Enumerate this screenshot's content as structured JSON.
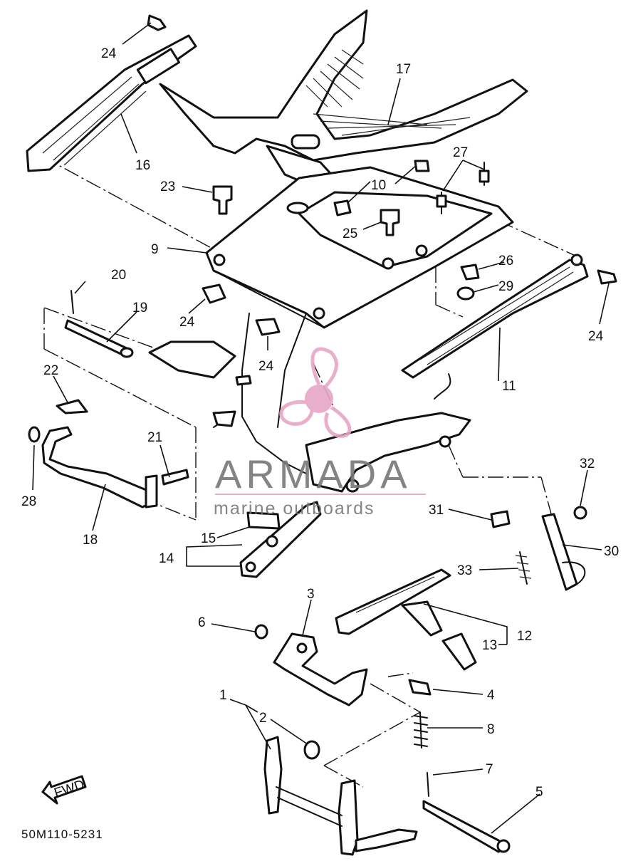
{
  "diagram": {
    "callouts": {
      "c1": "1",
      "c2": "2",
      "c3": "3",
      "c4": "4",
      "c5": "5",
      "c6": "6",
      "c7": "7",
      "c8": "8",
      "c9": "9",
      "c10": "10",
      "c11": "11",
      "c12": "12",
      "c13": "13",
      "c14": "14",
      "c15": "15",
      "c16": "16",
      "c17": "17",
      "c18": "18",
      "c19": "19",
      "c20": "20",
      "c21": "21",
      "c22": "22",
      "c23": "23",
      "c24a": "24",
      "c24b": "24",
      "c24c": "24",
      "c24d": "24",
      "c25": "25",
      "c26": "26",
      "c27": "27",
      "c28": "28",
      "c29": "29",
      "c30": "30",
      "c31": "31",
      "c32": "32",
      "c33": "33"
    },
    "fwd_label": "FWD",
    "drawing_code": "50M110-5231"
  },
  "watermark": {
    "brand": "ARMADA",
    "tagline": "marine outboards",
    "brand_color": "#777777",
    "logo_color": "#e8a6c8"
  }
}
